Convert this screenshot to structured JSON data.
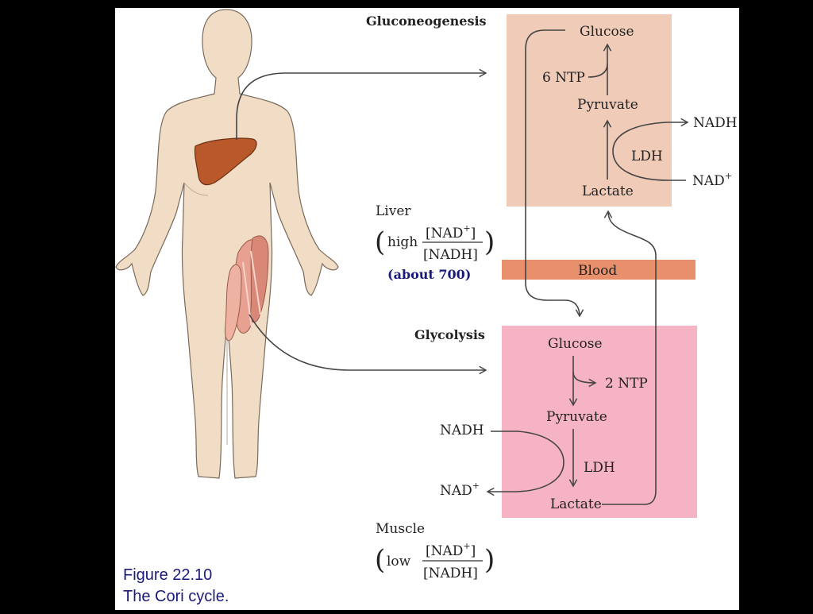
{
  "liver_box": {
    "title": "Gluconeogenesis",
    "glucose": "Glucose",
    "ntp": "6 NTP",
    "pyruvate": "Pyruvate",
    "ldh": "LDH",
    "lactate": "Lactate",
    "nadh": "NADH",
    "nad": "NAD",
    "nad_sup": "+",
    "fill": "#efcbb8"
  },
  "liver_ratio": {
    "organ": "Liver",
    "qualifier": "high",
    "numerator": "[NAD",
    "numerator_sup": "+",
    "numerator_close": "]",
    "denominator": "[NADH]",
    "value_note": "(about 700)"
  },
  "blood_band": {
    "label": "Blood",
    "fill": "#e8906c"
  },
  "muscle_box": {
    "title": "Glycolysis",
    "glucose": "Glucose",
    "ntp": "2 NTP",
    "pyruvate": "Pyruvate",
    "ldh": "LDH",
    "lactate": "Lactate",
    "nadh": "NADH",
    "nad": "NAD",
    "nad_sup": "+",
    "fill": "#f5b3c3"
  },
  "muscle_ratio": {
    "organ": "Muscle",
    "qualifier": "low",
    "numerator": "[NAD",
    "numerator_sup": "+",
    "numerator_close": "]",
    "denominator": "[NADH]"
  },
  "caption": {
    "line1": "Figure 22.10",
    "line2": "The Cori cycle."
  },
  "colors": {
    "panel_bg": "#ffffff",
    "slide_bg": "#000000",
    "body_skin": "#f1dcc6",
    "liver_organ": "#b9582a",
    "muscle_tissue": "#e59a86",
    "caption_text": "#1a1a7a"
  }
}
